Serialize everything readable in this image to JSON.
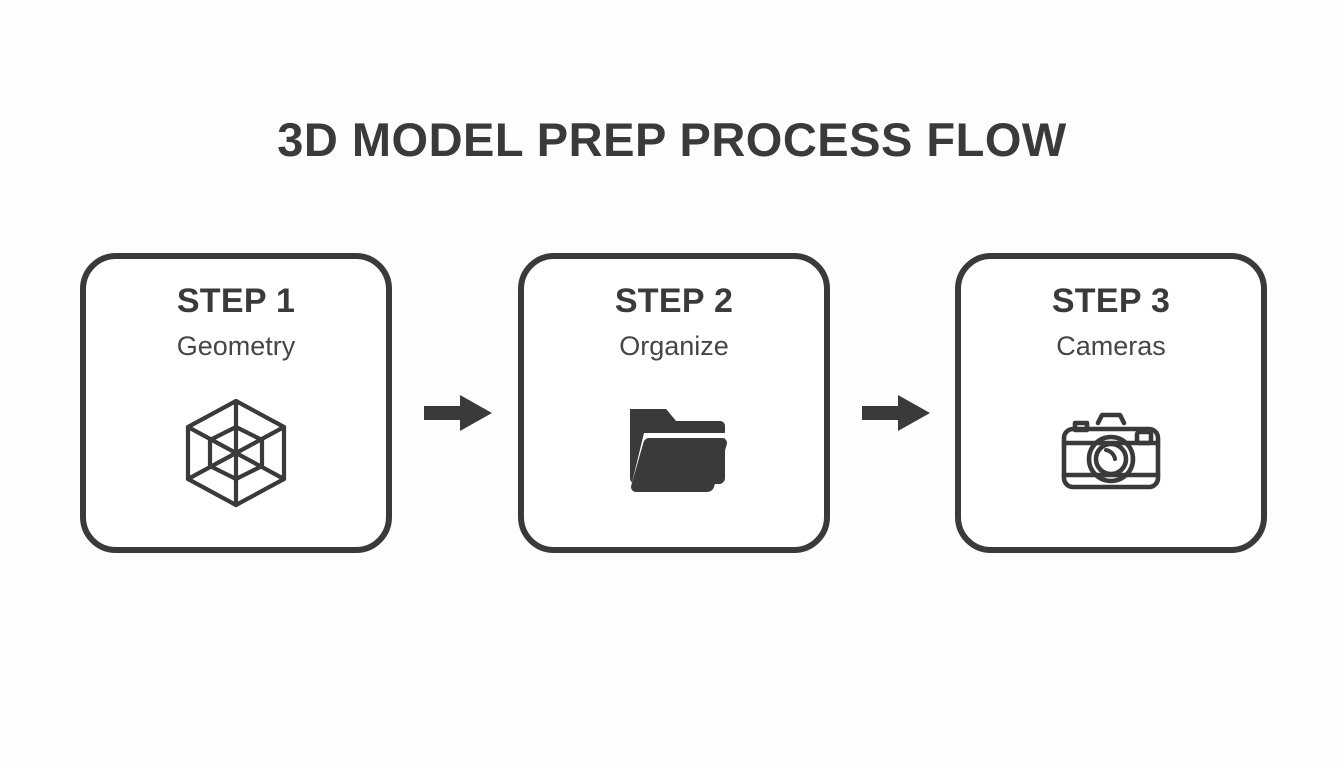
{
  "title": "3D MODEL PREP PROCESS FLOW",
  "colors": {
    "background": "#fdfdfd",
    "ink": "#3a3a3d",
    "card_fill": "#ffffff",
    "subtitle": "#45454a"
  },
  "diagram": {
    "type": "process-flow",
    "orientation": "horizontal",
    "step_count": 3,
    "connector": "solid-right-arrow",
    "steps": [
      {
        "step_label": "STEP 1",
        "name": "Geometry",
        "icon": "wireframe-cube-icon"
      },
      {
        "step_label": "STEP 2",
        "name": "Organize",
        "icon": "folder-icon"
      },
      {
        "step_label": "STEP 3",
        "name": "Cameras",
        "icon": "camera-icon"
      }
    ],
    "arrows": [
      {
        "from": "STEP 1",
        "to": "STEP 2",
        "glyph": "→"
      },
      {
        "from": "STEP 2",
        "to": "STEP 3",
        "glyph": "→"
      }
    ]
  }
}
